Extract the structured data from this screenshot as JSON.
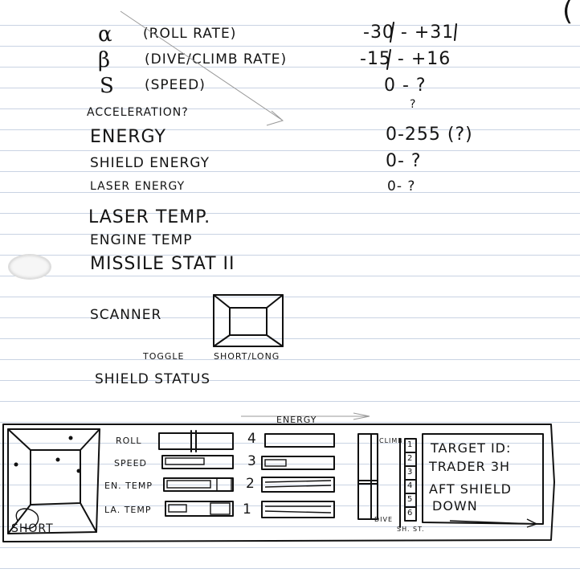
{
  "corner_mark": "(",
  "params": [
    {
      "symbol": "α",
      "label": "(ROLL RATE)",
      "range": "-30 - +31"
    },
    {
      "symbol": "β",
      "label": "(DIVE/CLIMB RATE)",
      "range": "-15 - +16"
    },
    {
      "symbol": "S",
      "label": "(SPEED)",
      "range": "0 -  ?"
    }
  ],
  "acceleration": {
    "label": "ACCELERATION?",
    "range": "?"
  },
  "energy": {
    "label": "ENERGY",
    "range": "0-255 (?)"
  },
  "shield_energy": {
    "label": "SHIELD ENERGY",
    "range": "0-   ?"
  },
  "laser_energy": {
    "label": "LASER ENERGY",
    "range": "0-   ?"
  },
  "laser_temp": "LASER TEMP.",
  "engine_temp": "ENGINE TEMP",
  "missile_stat": "MISSILE STAT II",
  "scanner": {
    "label": "SCANNER",
    "toggle": "TOGGLE",
    "mode": "SHORT/LONG"
  },
  "shield_status": "SHIELD STATUS",
  "panel": {
    "energy_label": "ENERGY",
    "scanner_mode": "SHORT",
    "gauges": [
      {
        "label": "ROLL"
      },
      {
        "label": "SPEED"
      },
      {
        "label": "EN. TEMP"
      },
      {
        "label": "LA. TEMP"
      }
    ],
    "bank_numbers": [
      "4",
      "3",
      "2",
      "1"
    ],
    "climb_label": "CLIMB",
    "dive_label": "DIVE",
    "shield_numbers": [
      "1",
      "2",
      "3",
      "4",
      "5",
      "6"
    ],
    "shield_label": "SH. ST.",
    "target_lines": [
      "TARGET ID:",
      "TRADER 3H",
      "AFT SHIELD",
      "DOWN"
    ]
  }
}
